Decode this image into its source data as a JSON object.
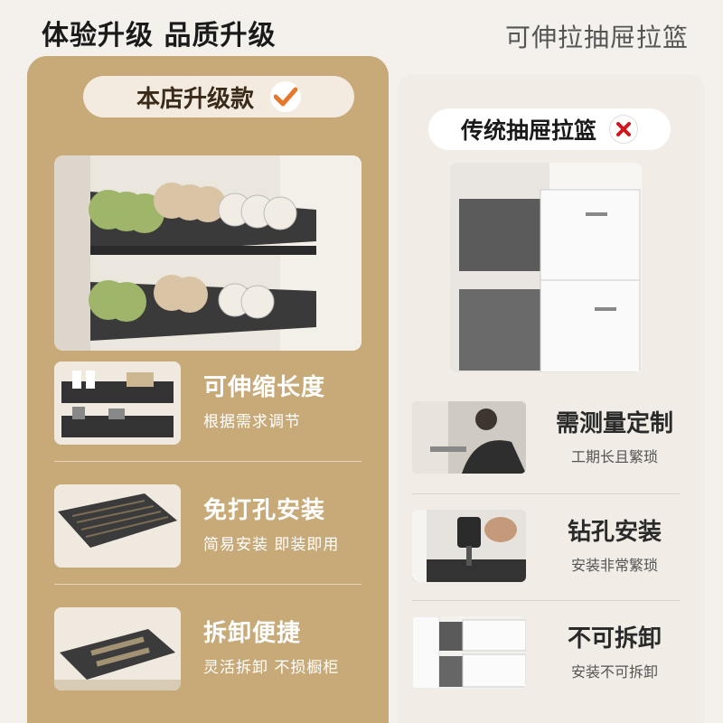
{
  "header": {
    "left_title": "体验升级 品质升级",
    "right_title": "可伸拉抽屉拉篮"
  },
  "upgraded": {
    "badge": "本店升级款",
    "features": [
      {
        "title": "可伸缩长度",
        "subtitle": "根据需求调节"
      },
      {
        "title": "免打孔安装",
        "subtitle": "简易安装 即装即用"
      },
      {
        "title": "拆卸便捷",
        "subtitle": "灵活拆卸 不损橱柜"
      }
    ]
  },
  "traditional": {
    "badge": "传统抽屉拉篮",
    "features": [
      {
        "title": "需测量定制",
        "subtitle": "工期长且繁琐"
      },
      {
        "title": "钻孔安装",
        "subtitle": "安装非常繁琐"
      },
      {
        "title": "不可拆卸",
        "subtitle": "安装不可拆卸"
      }
    ]
  },
  "colors": {
    "gold_panel": "#c8a978",
    "check": "#e8762b",
    "cross": "#d0161c"
  }
}
